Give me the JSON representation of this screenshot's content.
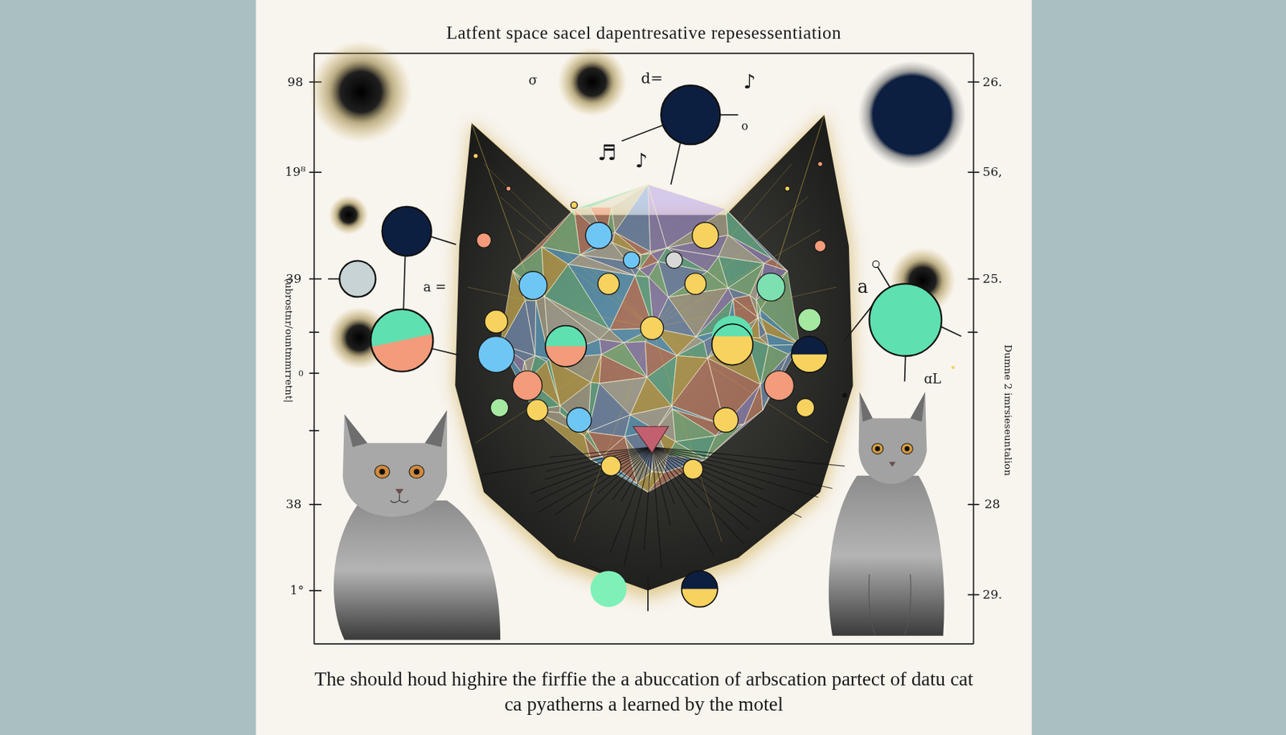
{
  "diagram": {
    "title": "Latfent space sacel dapentresative repesessentiation",
    "caption": "The should houd highire the firffie the a abuccation of arbscation partect of datu cat ca pyatherns a learned by the motel",
    "labels": [
      "98",
      "19⁸",
      "39",
      "0",
      "38",
      "1°",
      "26.",
      "56,",
      "25.",
      "28",
      "29.",
      "(ubrostnr/ountmmrretnt|",
      "Dumne 2 imrsieseuntalion",
      "σ",
      "d=",
      "♪",
      "o",
      "♬",
      "♪",
      "a =",
      "a",
      "ɑL"
    ]
  }
}
